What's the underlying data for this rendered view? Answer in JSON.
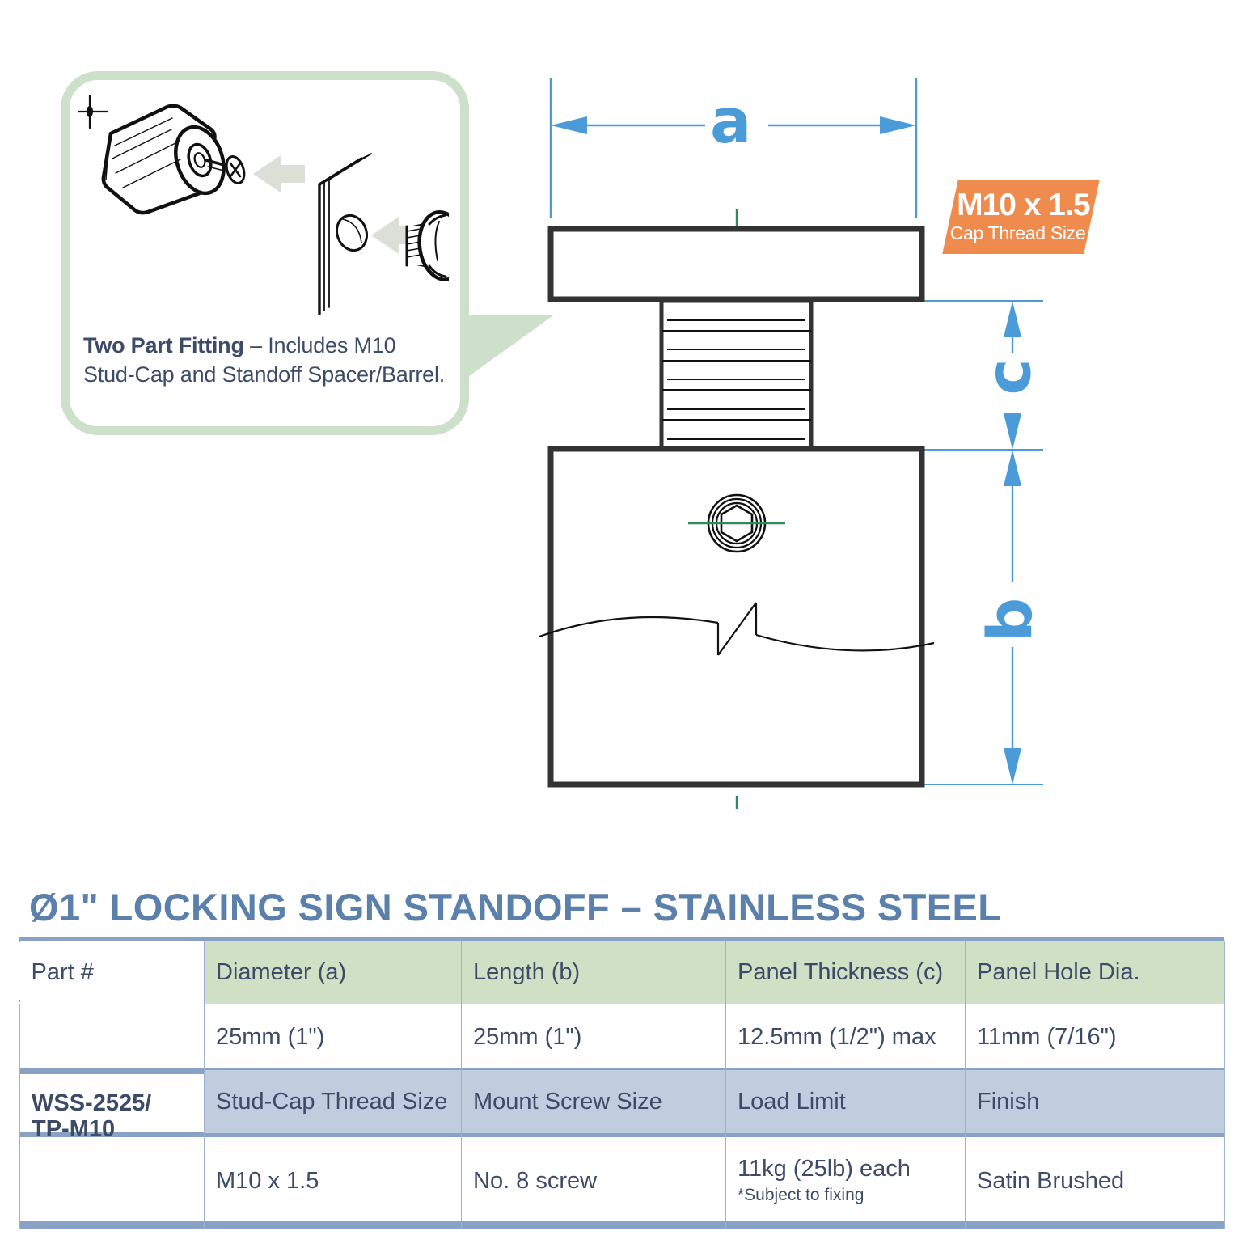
{
  "callout": {
    "caption_lead": "Two Part Fitting",
    "caption_rest": " – Includes M10",
    "caption_line2": "Stud-Cap and Standoff Spacer/Barrel.",
    "border_color": "#cde0ca",
    "art": {
      "barrel_name": "standoff-spacer-barrel",
      "screw_name": "phillips-mount-screw",
      "panel_name": "glass-panel",
      "cap_name": "m10-stud-cap",
      "cover_name": "cap-cover-disc"
    }
  },
  "drawing": {
    "dimension_a": "a",
    "dimension_b": "b",
    "dimension_c": "c",
    "dim_color": "#4a9bd8",
    "centerline_color": "#2e8b57",
    "outline_color": "#333333"
  },
  "thread_badge": {
    "title": "M10 x 1.5",
    "subtitle": "Cap Thread Size",
    "bg_color": "#f08b4e",
    "text_color": "#ffffff"
  },
  "title": {
    "text": "Ø1\" LOCKING SIGN STANDOFF – STAINLESS STEEL",
    "color": "#5b80ab"
  },
  "table": {
    "part_number": "WSS-2525/\nTP-M10",
    "header_part": "Part #",
    "row1_headers": [
      "Diameter (a)",
      "Length (b)",
      "Panel Thickness (c)",
      "Panel Hole Dia."
    ],
    "row1_values": [
      "25mm (1\")",
      "25mm (1\")",
      "12.5mm (1/2\") max",
      "11mm (7/16\")"
    ],
    "row2_headers": [
      "Stud-Cap Thread Size",
      "Mount Screw Size",
      "Load Limit",
      "Finish"
    ],
    "row2_values": [
      "M10 x 1.5",
      "No. 8 screw",
      "11kg (25lb) each",
      "Satin Brushed"
    ],
    "load_limit_note": "*Subject to fixing",
    "header_green": "#cfe0c5",
    "header_blue": "#c0cddf",
    "rule_color": "#8aa1c6",
    "text_color": "#3d4b68"
  }
}
